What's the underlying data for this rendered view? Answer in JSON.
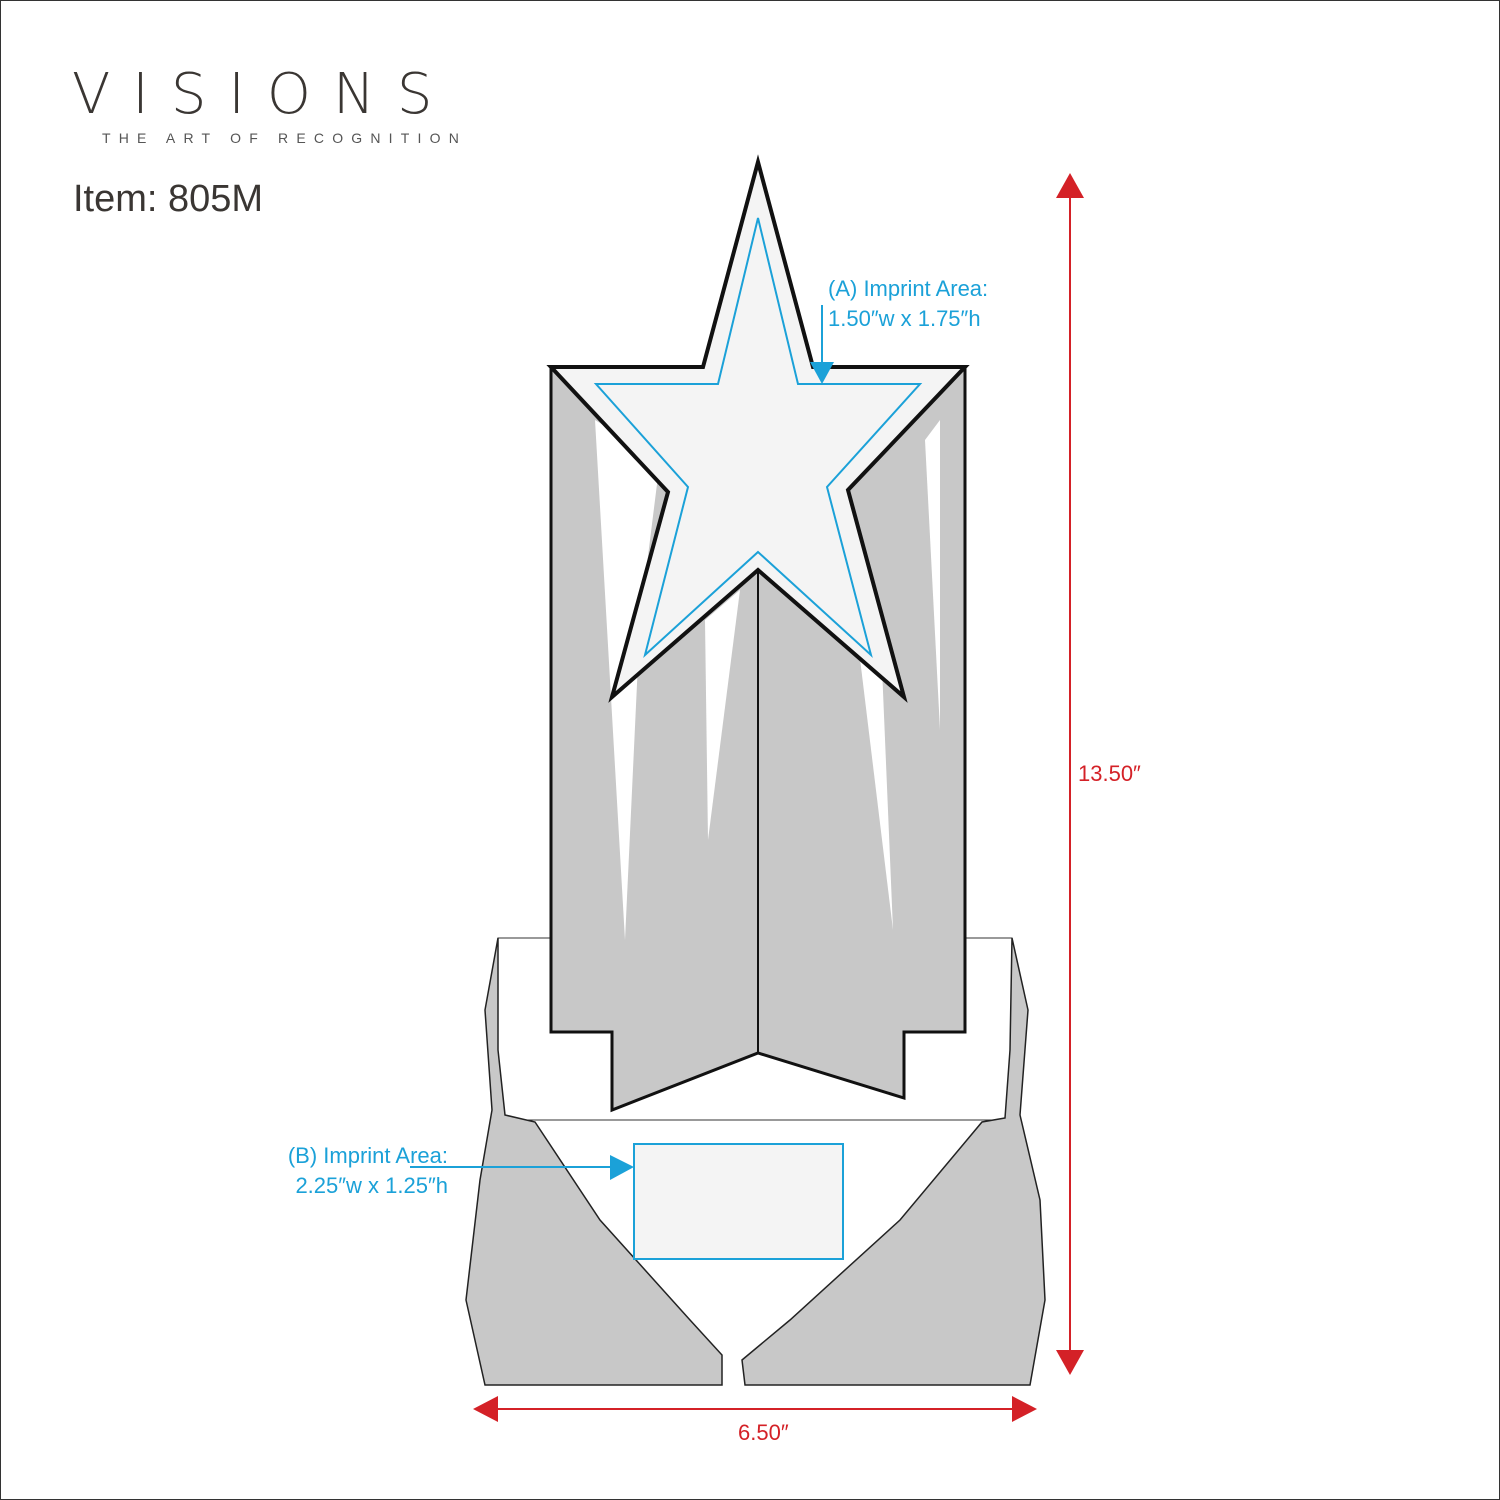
{
  "brand": {
    "name": "VISIONS",
    "tagline": "THE ART OF RECOGNITION"
  },
  "item": {
    "label": "Item: 805M"
  },
  "imprint_a": {
    "title": "(A) Imprint Area:",
    "size": "1.50″w x 1.75″h"
  },
  "imprint_b": {
    "title": "(B) Imprint Area:",
    "size": "2.25″w x 1.25″h"
  },
  "dimensions": {
    "height": "13.50″",
    "width": "6.50″"
  },
  "colors": {
    "imprint": "#1ba1d8",
    "dimension": "#d42127",
    "body": "#c8c8c8"
  }
}
